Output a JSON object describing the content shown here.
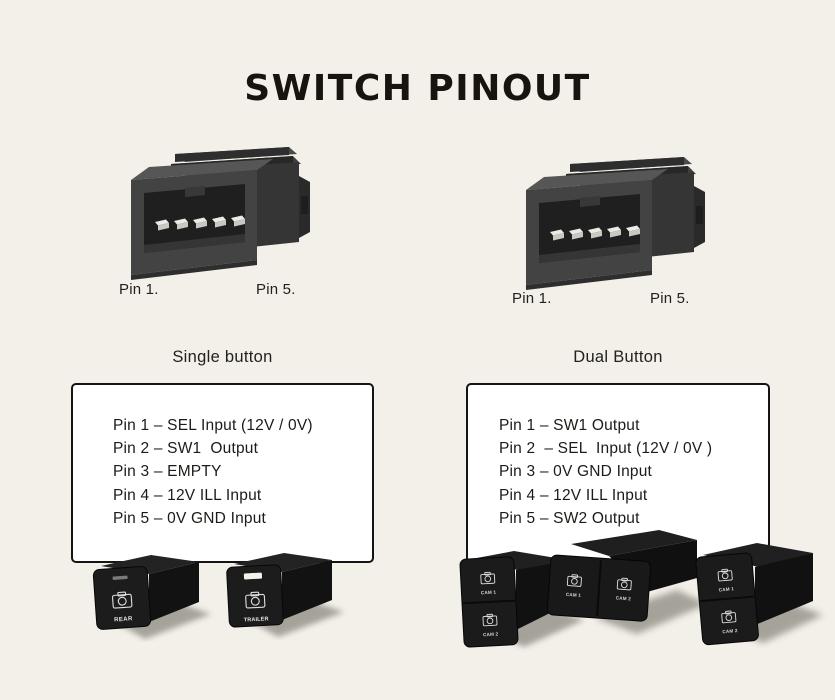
{
  "page": {
    "title": "SWITCH PINOUT"
  },
  "figures": {
    "connector_single": {
      "pin_start": "Pin 1.",
      "pin_end": "Pin 5."
    },
    "connector_dual": {
      "pin_start": "Pin 1.",
      "pin_end": "Pin 5."
    }
  },
  "sections": {
    "single": {
      "heading": "Single button",
      "pins": [
        "Pin 1 – SEL Input (12V / 0V)",
        "Pin 2 – SW1  Output",
        "Pin 3 – EMPTY",
        "Pin 4 – 12V ILL Input",
        "Pin 5 – 0V GND Input"
      ]
    },
    "dual": {
      "heading": "Dual Button",
      "pins": [
        "Pin 1 – SW1 Output",
        "Pin 2  – SEL  Input (12V / 0V )",
        "Pin 3 – 0V GND Input",
        "Pin 4 – 12V ILL Input",
        "Pin 5 – SW2 Output"
      ]
    }
  },
  "switches": {
    "single": [
      {
        "label": "REAR"
      },
      {
        "label": "TRAILER"
      }
    ],
    "dual_vertical_left": {
      "labels": [
        "CAM 1",
        "CAM 2"
      ]
    },
    "dual_horizontal": {
      "labels": [
        "CAM 1",
        "CAM 2"
      ]
    },
    "dual_vertical_right": {
      "labels": [
        "CAM 1",
        "CAM 2"
      ]
    }
  },
  "colors": {
    "background": "#f2f0e9",
    "panel": "#ffffff",
    "outline": "#141414",
    "text": "#1d1b17",
    "connector_gray": "#434343",
    "pin_white": "#ecebe5",
    "switch_black": "#1b1b1b",
    "icon_white": "#e8e8e8"
  }
}
